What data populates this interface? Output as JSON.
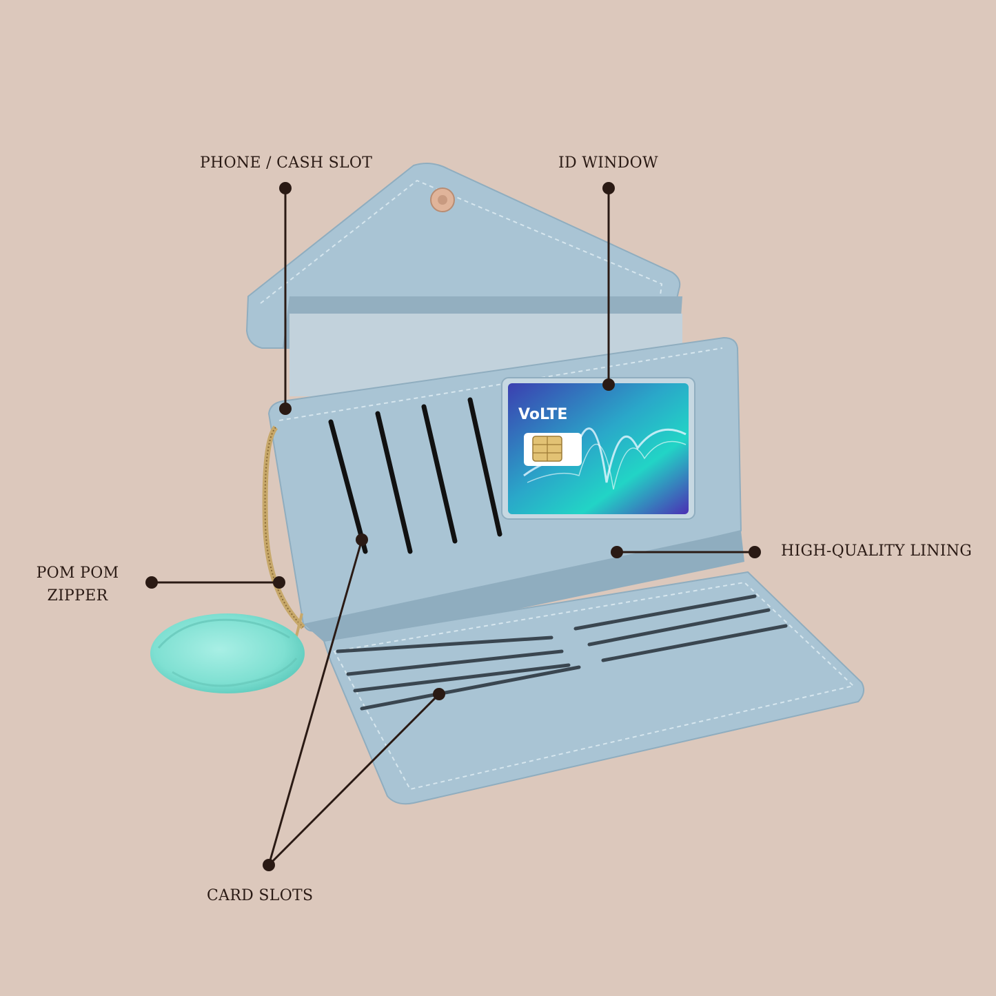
{
  "callouts": {
    "phone_cash_slot": "PHONE / CASH SLOT",
    "id_window": "ID WINDOW",
    "high_quality_lining": "HIGH-QUALITY LINING",
    "pom_pom_zipper_line1": "POM POM",
    "pom_pom_zipper_line2": "ZIPPER",
    "card_slots": "CARD SLOTS"
  },
  "id_card": {
    "text": "VoLTE"
  },
  "colors": {
    "background": "#dcc8bc",
    "wallet_blue": "#a9c4d4",
    "wallet_shadow": "#8fadbf",
    "pom_pom": "#7fe0d2",
    "callout_line": "#2a1a14"
  }
}
